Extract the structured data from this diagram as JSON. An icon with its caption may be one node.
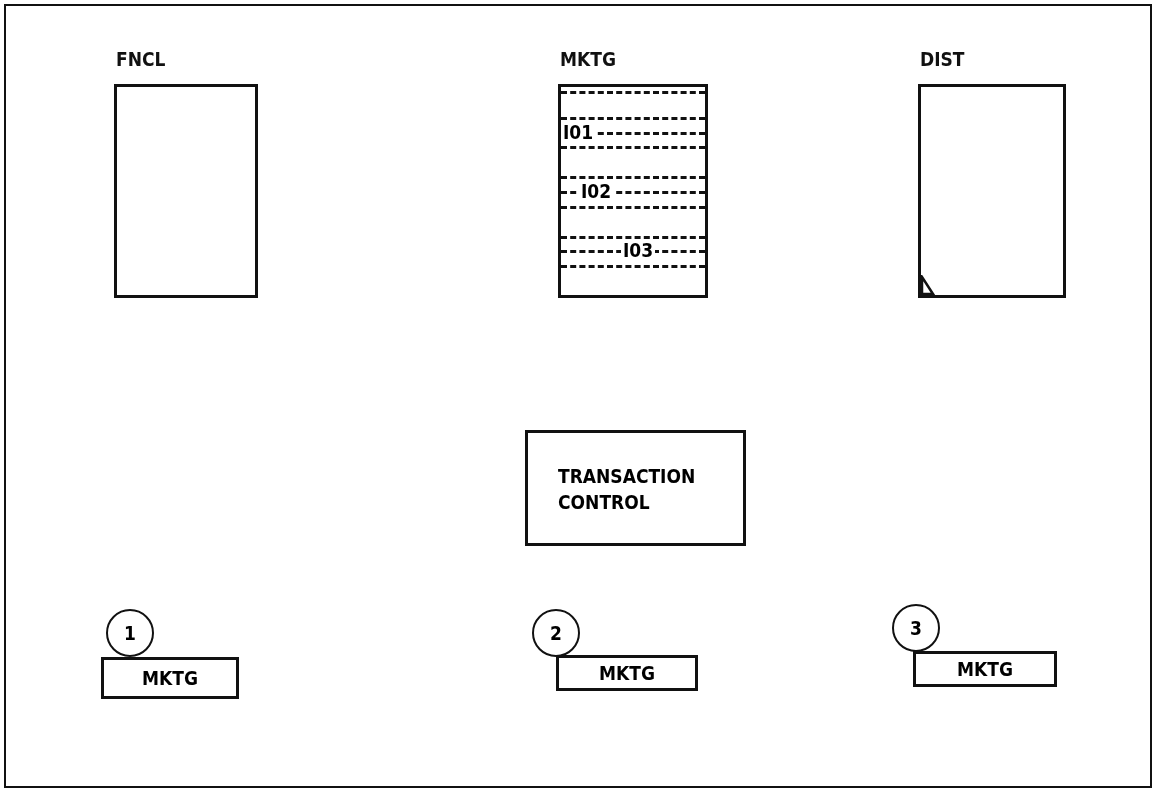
{
  "diagram": {
    "nodes": [
      {
        "text": [
          "FNCL"
        ]
      },
      {
        "text": [
          "MKTG",
          "I01",
          "I02",
          "I03"
        ]
      },
      {
        "text": [
          "DIST"
        ]
      },
      {
        "text": [
          "TRANSACTION CONTROL"
        ]
      },
      {
        "text": [
          "1"
        ]
      },
      {
        "text": [
          "2"
        ]
      },
      {
        "text": [
          "3"
        ]
      },
      {
        "text": [
          "MKTG"
        ]
      },
      {
        "text": [
          "MKTG"
        ]
      },
      {
        "text": [
          "MKTG"
        ]
      }
    ]
  }
}
